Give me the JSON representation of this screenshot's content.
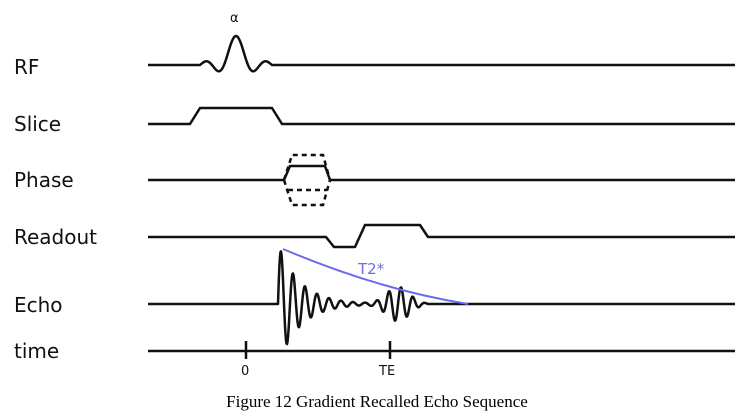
{
  "rows": {
    "rf": "RF",
    "slice": "Slice",
    "phase": "Phase",
    "readout": "Readout",
    "echo": "Echo",
    "time": "time"
  },
  "rf_pulse_label": "α",
  "decay_label": "T2*",
  "time_ticks": [
    "0",
    "TE"
  ],
  "caption": "Figure 12 Gradient Recalled Echo Sequence",
  "colors": {
    "line": "#111111",
    "decay": "#6b6be8"
  }
}
